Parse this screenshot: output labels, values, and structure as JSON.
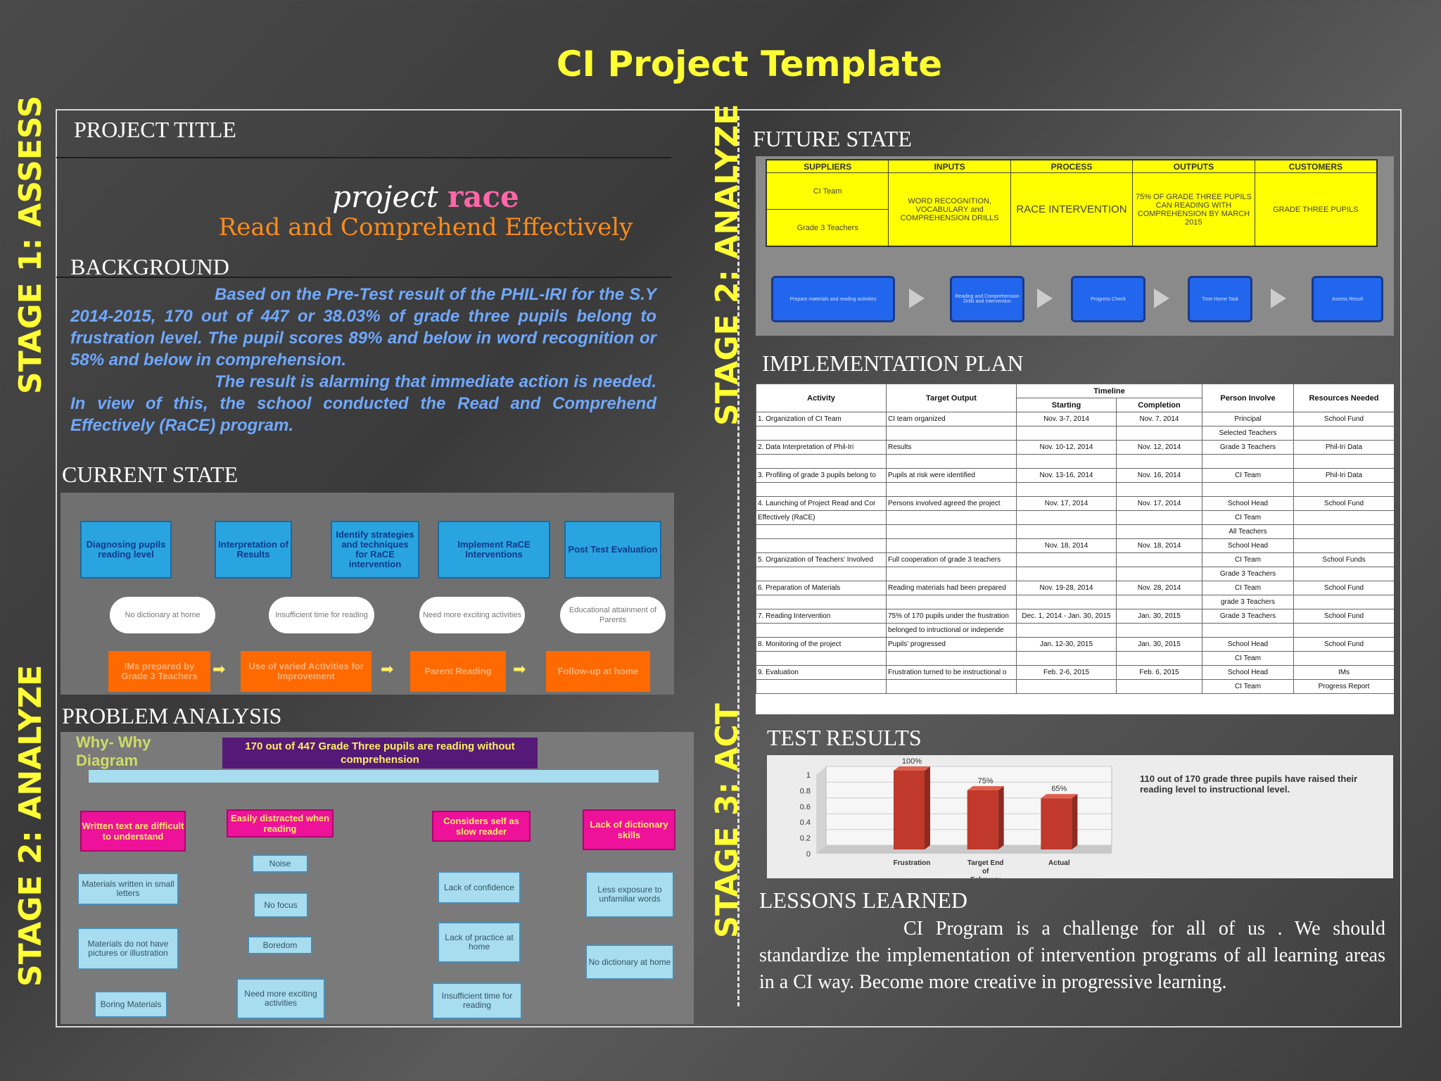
{
  "title": "CI Project Template",
  "stages": {
    "assess": "STAGE 1: ASSESS",
    "analyze_left": "STAGE 2: ANALYZE",
    "analyze_right": "STAGE 2: ANALYZE",
    "act": "STAGE 3: ACT"
  },
  "sections": {
    "project_title": "PROJECT TITLE",
    "background": "BACKGROUND",
    "current_state": "CURRENT STATE",
    "problem_analysis": "PROBLEM ANALYSIS",
    "future_state": "FUTURE STATE",
    "implementation_plan": "IMPLEMENTATION PLAN",
    "test_results": "TEST RESULTS",
    "lessons_learned": "LESSONS LEARNED"
  },
  "project": {
    "prefix": "project",
    "name": "race",
    "subtitle": "Read and Comprehend Effectively"
  },
  "background": {
    "p1": "Based on the Pre-Test result of the PHIL-IRI for the S.Y 2014-2015, 170 out of 447 or 38.03% of grade three pupils belong to frustration level. The pupil scores 89% and below in word recognition or 58% and below in comprehension.",
    "p2": "The result is alarming that immediate action is needed. In view of this, the school conducted the Read and Comprehend Effectively (RaCE) program."
  },
  "current_state": {
    "steps": [
      "Diagnosing pupils reading level",
      "Interpretation of Results",
      "Identify strategies and techniques for RaCE intervention",
      "Implement RaCE Interventions",
      "Post Test Evaluation"
    ],
    "clouds": [
      "No dictionary at home",
      "Insufficient time for reading",
      "Need more exciting activities",
      "Educational attainment of Parents"
    ],
    "actions": [
      "IMs prepared by Grade 3 Teachers",
      "Use of varied Activities for Improvement",
      "Parent Reading",
      "Follow-up at home"
    ]
  },
  "problem_analysis": {
    "title_line1": "Why- Why",
    "title_line2": "Diagram",
    "banner": "170 out of 447 Grade Three pupils are reading without comprehension",
    "main_causes": [
      "Written text are difficult to understand",
      "Easily distracted when reading",
      "Considers self as slow reader",
      "Lack of dictionary skills"
    ],
    "col1": [
      "Materials written in small letters",
      "Materials do not have pictures or illustration",
      "Boring Materials"
    ],
    "col2": [
      "Noise",
      "No focus",
      "Boredom",
      "Need more exciting activities"
    ],
    "col3": [
      "Lack of confidence",
      "Lack of practice at home",
      "Insufficient time for reading"
    ],
    "col4": [
      "Less exposure to unfamiliar words",
      "No dictionary at home"
    ]
  },
  "future_state": {
    "headers": [
      "SUPPLIERS",
      "INPUTS",
      "PROCESS",
      "OUTPUTS",
      "CUSTOMERS"
    ],
    "suppliers": [
      "CI Team",
      "Grade 3 Teachers"
    ],
    "inputs": "WORD RECOGNITION, VOCABULARY and COMPREHENSION DRILLS",
    "process": "RACE INTERVENTION",
    "outputs": "75% OF GRADE THREE PUPILS CAN READING WITH COMPREHENSION BY MARCH 2015",
    "customers": "GRADE THREE PUPILS",
    "flow": [
      "Prepare materials and reading activities",
      "Reading and Comprehension Drills and Intervention",
      "Progress Check",
      "Time Home Task",
      "Assess Result"
    ]
  },
  "plan": {
    "headers": {
      "activity": "Activity",
      "output": "Target Output",
      "timeline": "Timeline",
      "starting": "Starting",
      "completion": "Completion",
      "person": "Person Involve",
      "resources": "Resources Needed"
    },
    "rows": [
      [
        "1. Organization of CI Team",
        "CI team organized",
        "Nov. 3-7, 2014",
        "Nov. 7, 2014",
        "Principal",
        "School Fund"
      ],
      [
        "",
        "",
        "",
        "",
        "Selected Teachers",
        ""
      ],
      [
        "2. Data Interpretation of Phil-Iri",
        "Results",
        "Nov. 10-12, 2014",
        "Nov. 12, 2014",
        "Grade 3 Teachers",
        "Phil-Iri Data"
      ],
      [
        "",
        "",
        "",
        "",
        "",
        ""
      ],
      [
        "3. Profiling of grade 3 pupils belong to",
        "Pupils at risk were identified",
        "Nov. 13-16, 2014",
        "Nov. 16, 2014",
        "CI Team",
        "Phil-Iri Data"
      ],
      [
        "",
        "",
        "",
        "",
        "",
        ""
      ],
      [
        "4. Launching of Project Read and Cor",
        "Persons involved agreed the project",
        "Nov. 17, 2014",
        "Nov. 17, 2014",
        "School Head",
        "School Fund"
      ],
      [
        "Effectively (RaCE)",
        "",
        "",
        "",
        "CI Team",
        ""
      ],
      [
        "",
        "",
        "",
        "",
        "All Teachers",
        ""
      ],
      [
        "",
        "",
        "Nov. 18, 2014",
        "Nov. 18, 2014",
        "School Head",
        ""
      ],
      [
        "5. Organization of Teachers' Involved",
        "Full cooperation of grade 3 teachers",
        "",
        "",
        "CI Team",
        "School Funds"
      ],
      [
        "",
        "",
        "",
        "",
        "Grade 3 Teachers",
        ""
      ],
      [
        "6. Preparation of Materials",
        "Reading materials had been prepared",
        "Nov. 19-28, 2014",
        "Nov. 28, 2014",
        "CI Team",
        "School Fund"
      ],
      [
        "",
        "",
        "",
        "",
        "grade 3 Teachers",
        ""
      ],
      [
        "7. Reading Intervention",
        "75% of 170 pupils under the frustration",
        "Dec. 1, 2014 - Jan. 30, 2015",
        "Jan. 30, 2015",
        "Grade 3 Teachers",
        "School Fund"
      ],
      [
        "",
        "belonged to intructional or independe",
        "",
        "",
        "",
        ""
      ],
      [
        "8. Monitoring of the project",
        "Pupils' progressed",
        "Jan. 12-30, 2015",
        "Jan. 30, 2015",
        "School Head",
        "School Fund"
      ],
      [
        "",
        "",
        "",
        "",
        "CI Team",
        ""
      ],
      [
        "9. Evaluation",
        "Frustration turned to be instructional o",
        "Feb. 2-6, 2015",
        "Feb. 6, 2015",
        "School Head",
        "IMs"
      ],
      [
        "",
        "",
        "",
        "",
        "CI Team",
        "Progress Report"
      ]
    ]
  },
  "chart_data": {
    "type": "bar",
    "categories": [
      "Frustration",
      "Target End of February",
      "Actual"
    ],
    "values": [
      1.0,
      0.75,
      0.65
    ],
    "data_labels": [
      "100%",
      "75%",
      "65%"
    ],
    "y_ticks": [
      "0",
      "0.2",
      "0.4",
      "0.6",
      "0.8",
      "1"
    ],
    "ylim": [
      0,
      1
    ],
    "color": "#c0392b",
    "note": "110 out of 170 grade three pupils have raised their reading level to instructional level."
  },
  "lessons": "CI Program is a challenge for all of us . We should standardize the implementation of intervention programs  of all learning areas in a CI way. Become more creative in progressive learning."
}
